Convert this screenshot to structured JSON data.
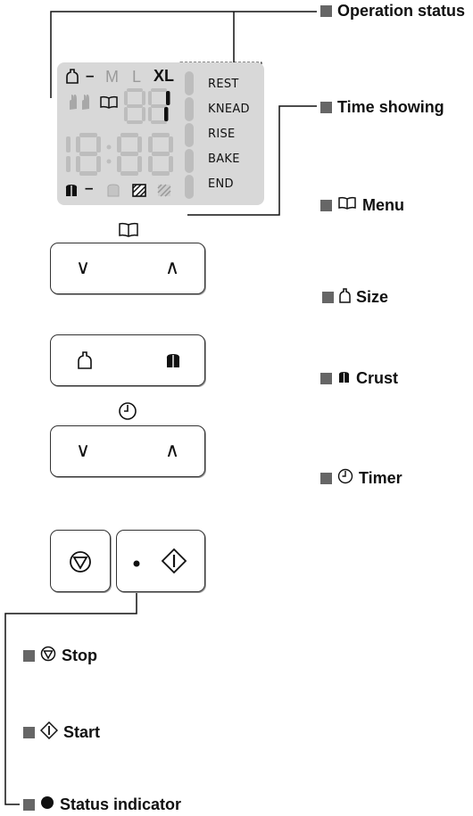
{
  "lcd": {
    "size_indicators": [
      "–",
      "M",
      "L",
      "XL"
    ],
    "stages": [
      "REST",
      "KNEAD",
      "RISE",
      "BAKE",
      "END"
    ]
  },
  "callouts": {
    "operation_status": "Operation status",
    "time_showing": "Time showing",
    "menu": "Menu",
    "size": "Size",
    "crust": "Crust",
    "timer": "Timer",
    "stop": "Stop",
    "start": "Start",
    "status_indicator": "Status indicator"
  },
  "buttons": {
    "down_glyph": "∨",
    "up_glyph": "∧"
  },
  "colors": {
    "lcd_bg": "#d8d8d8",
    "segment_off": "#bdbdbd",
    "bullet": "#666666"
  },
  "icons": [
    "book-icon",
    "bread-icon",
    "loaf-icon",
    "clock-icon",
    "stop-icon",
    "start-icon",
    "dot-icon"
  ]
}
